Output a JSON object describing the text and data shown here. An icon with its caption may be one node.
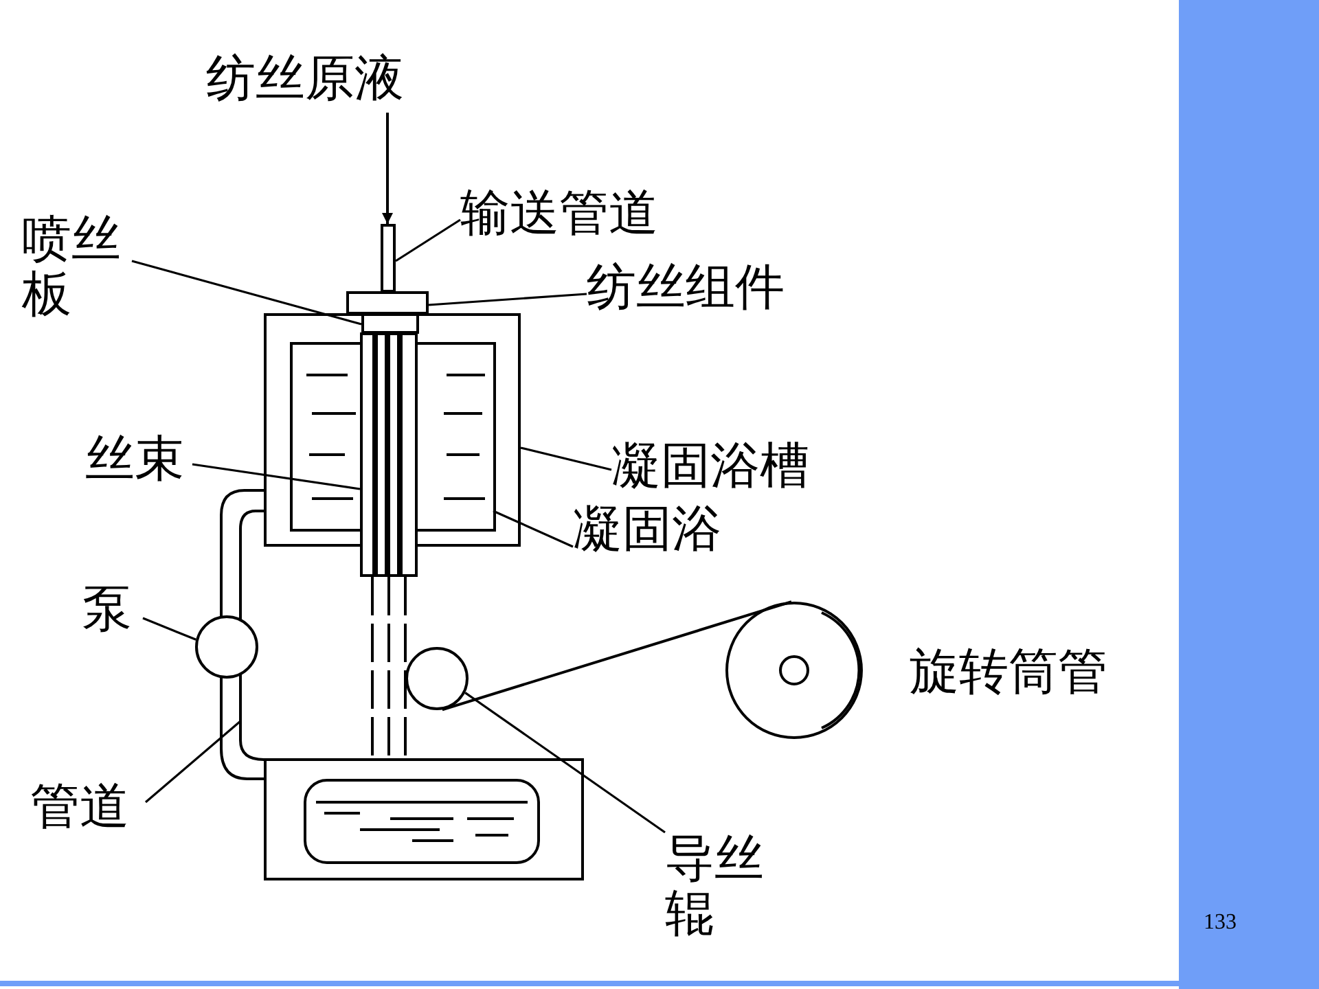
{
  "diagram": {
    "nodes": [
      {
        "text": [
          "纺丝原液"
        ]
      },
      {
        "text": [
          "输送管道"
        ]
      },
      {
        "text": [],
        "shape": "pipe"
      },
      {
        "text": [
          "纺丝组件"
        ]
      },
      {
        "text": [],
        "shape": "box"
      },
      {
        "text": [
          "喷丝板"
        ]
      },
      {
        "text": [],
        "shape": "box",
        "in": 10
      },
      {
        "text": [
          "丝束"
        ]
      },
      {
        "text": [],
        "shape": "bar"
      },
      {
        "text": [
          "凝固浴槽"
        ]
      },
      {
        "text": [],
        "shape": "box"
      },
      {
        "text": [
          "凝固浴"
        ]
      },
      {
        "text": [],
        "shape": "box",
        "in": 10
      },
      {
        "text": [
          "泵"
        ]
      },
      {
        "text": [],
        "shape": "circle"
      },
      {
        "text": [
          "管道"
        ]
      },
      {
        "text": [],
        "shape": "pipe"
      },
      {
        "text": [
          "导丝辊"
        ]
      },
      {
        "text": [],
        "shape": "circle"
      },
      {
        "text": [],
        "shape": "box"
      },
      {
        "text": [],
        "shape": "circle"
      }
    ],
    "edges": [
      {
        "from": 0,
        "to": 2,
        "arrow": "to"
      },
      {
        "from": 1,
        "to": 2,
        "arrow": "none"
      },
      {
        "from": 3,
        "to": 4,
        "arrow": "none"
      },
      {
        "from": 5,
        "to": 6,
        "arrow": "none"
      },
      {
        "from": 7,
        "to": 8,
        "arrow": "none"
      },
      {
        "from": 9,
        "to": 10,
        "arrow": "none"
      },
      {
        "from": 11,
        "to": 12,
        "arrow": "none"
      },
      {
        "from": 13,
        "to": 14,
        "arrow": "none"
      },
      {
        "from": 15,
        "to": 16,
        "arrow": "none"
      },
      {
        "from": 17,
        "to": 18,
        "arrow": "none"
      },
      {
        "from": 8,
        "to": 19,
        "arrow": "none",
        "style": "dashed"
      },
      {
        "from": 8,
        "to": 19,
        "arrow": "none",
        "style": "dashed"
      },
      {
        "from": 8,
        "to": 19,
        "arrow": "none",
        "style": "dashed"
      },
      {
        "from": 18,
        "to": 20,
        "arrow": "none"
      }
    ],
    "labels": [
      "旋转筒管",
      "133"
    ]
  }
}
